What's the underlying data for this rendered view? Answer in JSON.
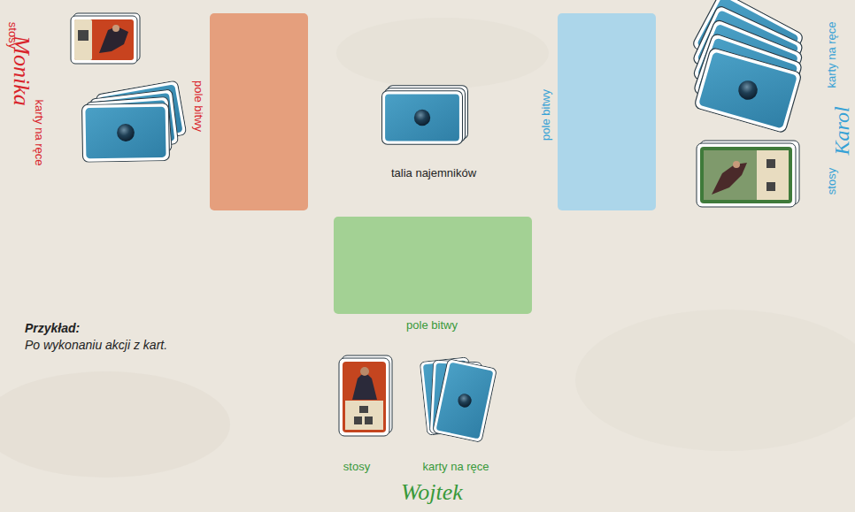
{
  "diagram": {
    "nodes": [
      {
        "text": [
          "pole bitwy"
        ]
      },
      {
        "text": [
          "talia najemników"
        ]
      },
      {
        "text": [
          "pole bitwy"
        ]
      },
      {
        "text": [
          "pole bitwy"
        ]
      }
    ],
    "labels": [
      "stosy",
      "Monika",
      "karty na ręce",
      "karty na ręce",
      "Karol",
      "stosy",
      "Przykład:",
      "Po wykonaniu akcji z kart.",
      "stosy",
      "karty na ręce",
      "Wojtek"
    ]
  }
}
